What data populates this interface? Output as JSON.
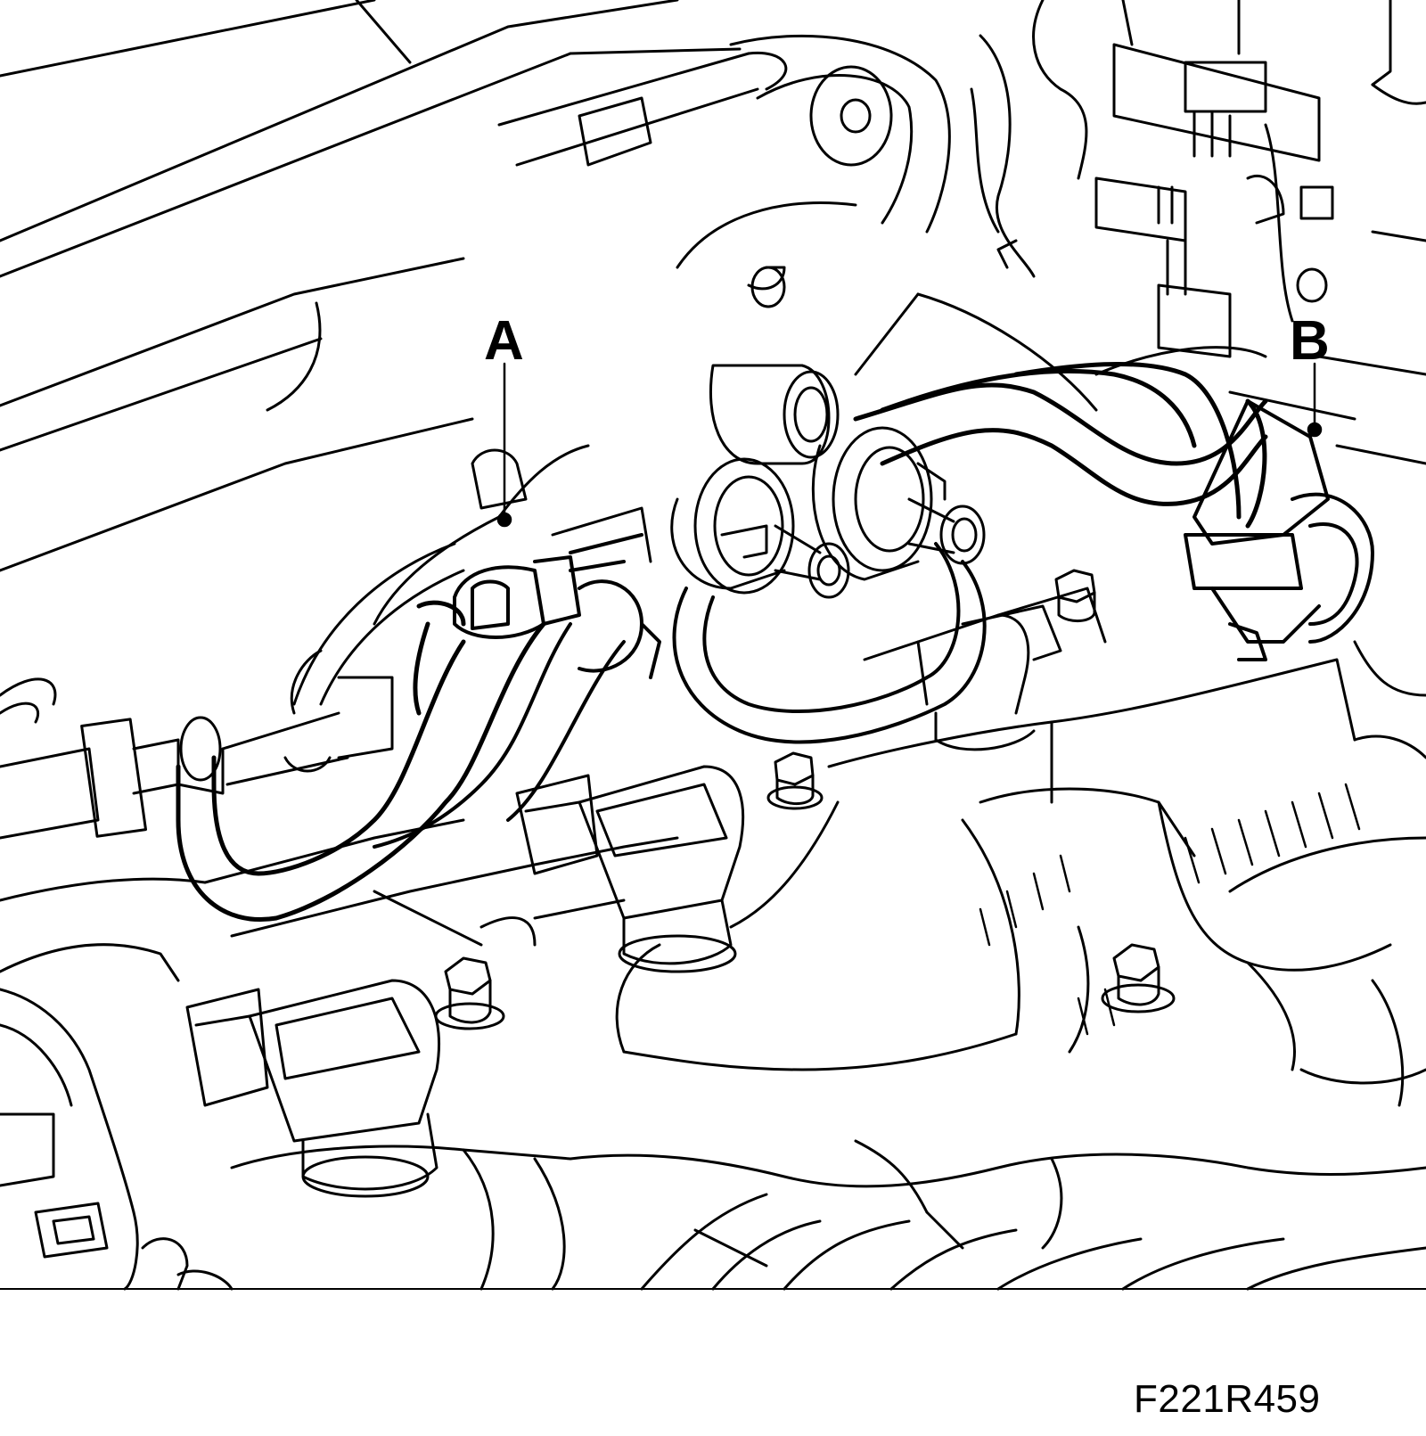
{
  "diagram": {
    "callouts": [
      {
        "id": "A",
        "label": "A"
      },
      {
        "id": "B",
        "label": "B"
      }
    ],
    "figure_code": "F221R459",
    "colors": {
      "line": "#000000",
      "background": "#ffffff"
    }
  }
}
